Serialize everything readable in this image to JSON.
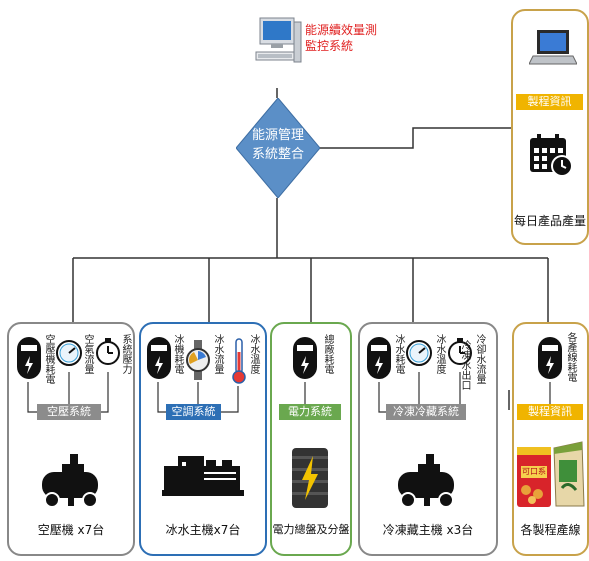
{
  "top": {
    "system_title": "能源續效量測\n監控系統",
    "integration_title": "能源管理\n系統整合"
  },
  "right_panel": {
    "tag": "製程資訊",
    "label": "每日產品產量"
  },
  "panels": {
    "air": {
      "meters": [
        "空壓機耗電",
        "空氣流量",
        "系統壓力"
      ],
      "tag": "空壓系統",
      "label": "空壓機 x7台"
    },
    "hvac": {
      "meters": [
        "冰機耗電",
        "冰水流量",
        "冰水溫度"
      ],
      "tag": "空調系統",
      "label": "冰水主機x7台"
    },
    "power": {
      "meters": [
        "總廠耗電"
      ],
      "tag": "電力系統",
      "label": "電力總盤及分盤"
    },
    "cold": {
      "meters": [
        "冰水耗電",
        "冰水溫度",
        "冷凍水出口",
        "冷卻水流量"
      ],
      "tag": "冷凍冷藏系統",
      "label": "冷凍藏主機 x3台"
    },
    "process": {
      "meters": [
        "各產線耗電"
      ],
      "tag": "製程資訊",
      "label": "各製程產線",
      "product_text": "可口系"
    }
  },
  "colors": {
    "diamond": "#5b8fc7",
    "gold": "#c8a24a",
    "blue": "#2d6fb5",
    "green": "#6aa84f",
    "gray": "#888888",
    "title_red": "#e02020",
    "process_tag": "#f0b400"
  }
}
